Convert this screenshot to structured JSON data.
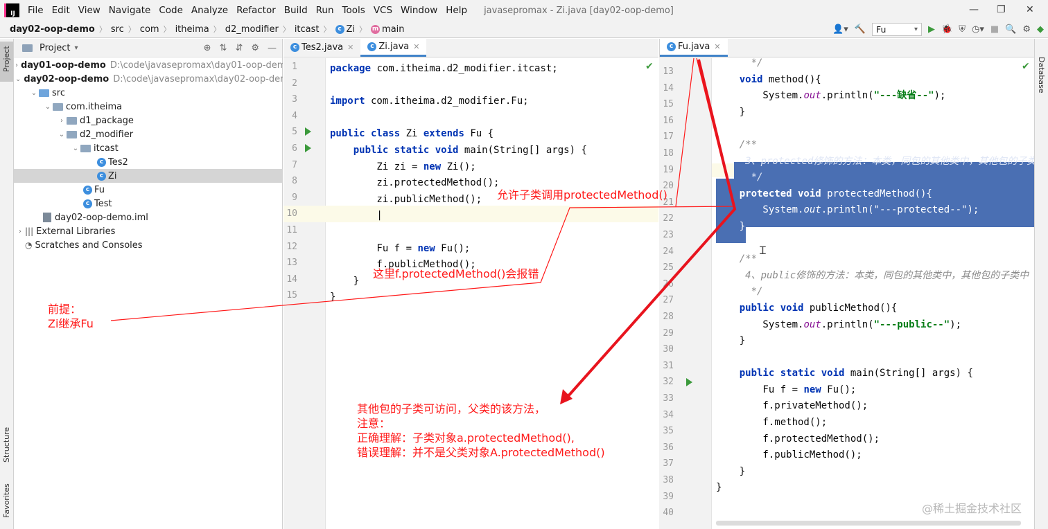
{
  "menubar": {
    "items": [
      "File",
      "Edit",
      "View",
      "Navigate",
      "Code",
      "Analyze",
      "Refactor",
      "Build",
      "Run",
      "Tools",
      "VCS",
      "Window",
      "Help"
    ],
    "window_title": "javasepromax - Zi.java [day02-oop-demo]",
    "logo_text": "IJ"
  },
  "navbar": {
    "crumbs": [
      "day02-oop-demo",
      "src",
      "com",
      "itheima",
      "d2_modifier",
      "itcast",
      "Zi",
      "main"
    ],
    "run_config": "Fu"
  },
  "left_strip": {
    "project": "Project",
    "structure": "Structure",
    "favorites": "Favorites"
  },
  "right_strip": {
    "database": "Database"
  },
  "project": {
    "title": "Project",
    "tree": [
      {
        "label": "day01-oop-demo",
        "hint": "D:\\code\\javasepromax\\day01-oop-demo"
      },
      {
        "label": "day02-oop-demo",
        "hint": "D:\\code\\javasepromax\\day02-oop-demo"
      },
      {
        "label": "src"
      },
      {
        "label": "com.itheima"
      },
      {
        "label": "d1_package"
      },
      {
        "label": "d2_modifier"
      },
      {
        "label": "itcast"
      },
      {
        "label": "Tes2"
      },
      {
        "label": "Zi"
      },
      {
        "label": "Fu"
      },
      {
        "label": "Test"
      },
      {
        "label": "day02-oop-demo.iml"
      },
      {
        "label": "External Libraries"
      },
      {
        "label": "Scratches and Consoles"
      }
    ]
  },
  "left_editor": {
    "tabs": [
      "Tes2.java",
      "Zi.java"
    ],
    "line_numbers": [
      "1",
      "2",
      "3",
      "4",
      "5",
      "6",
      "7",
      "8",
      "9",
      "10",
      "11",
      "12",
      "13",
      "14",
      "15"
    ]
  },
  "right_editor": {
    "tabs": [
      "Fu.java"
    ],
    "line_numbers": [
      "13",
      "14",
      "15",
      "16",
      "17",
      "18",
      "19",
      "20",
      "21",
      "22",
      "23",
      "24",
      "25",
      "26",
      "27",
      "28",
      "29",
      "30",
      "31",
      "32",
      "33",
      "34",
      "35",
      "36",
      "37",
      "38",
      "39",
      "40"
    ]
  },
  "annotations": {
    "allow": "允许子类调用protectedMethod()",
    "error": "这里f.protectedMethod()会报错",
    "premise": "前提：\nZi继承Fu",
    "note": "其他包的子类可访问，父类的该方法，\n注意：\n正确理解：子类对象a.protectedMethod(),\n错误理解：并不是父类对象A.protectedMethod()"
  },
  "watermark": "@稀土掘金技术社区",
  "colors": {
    "annotation": "#ff1a1a",
    "selection": "#4a6fb3",
    "accent": "#4083c9"
  }
}
